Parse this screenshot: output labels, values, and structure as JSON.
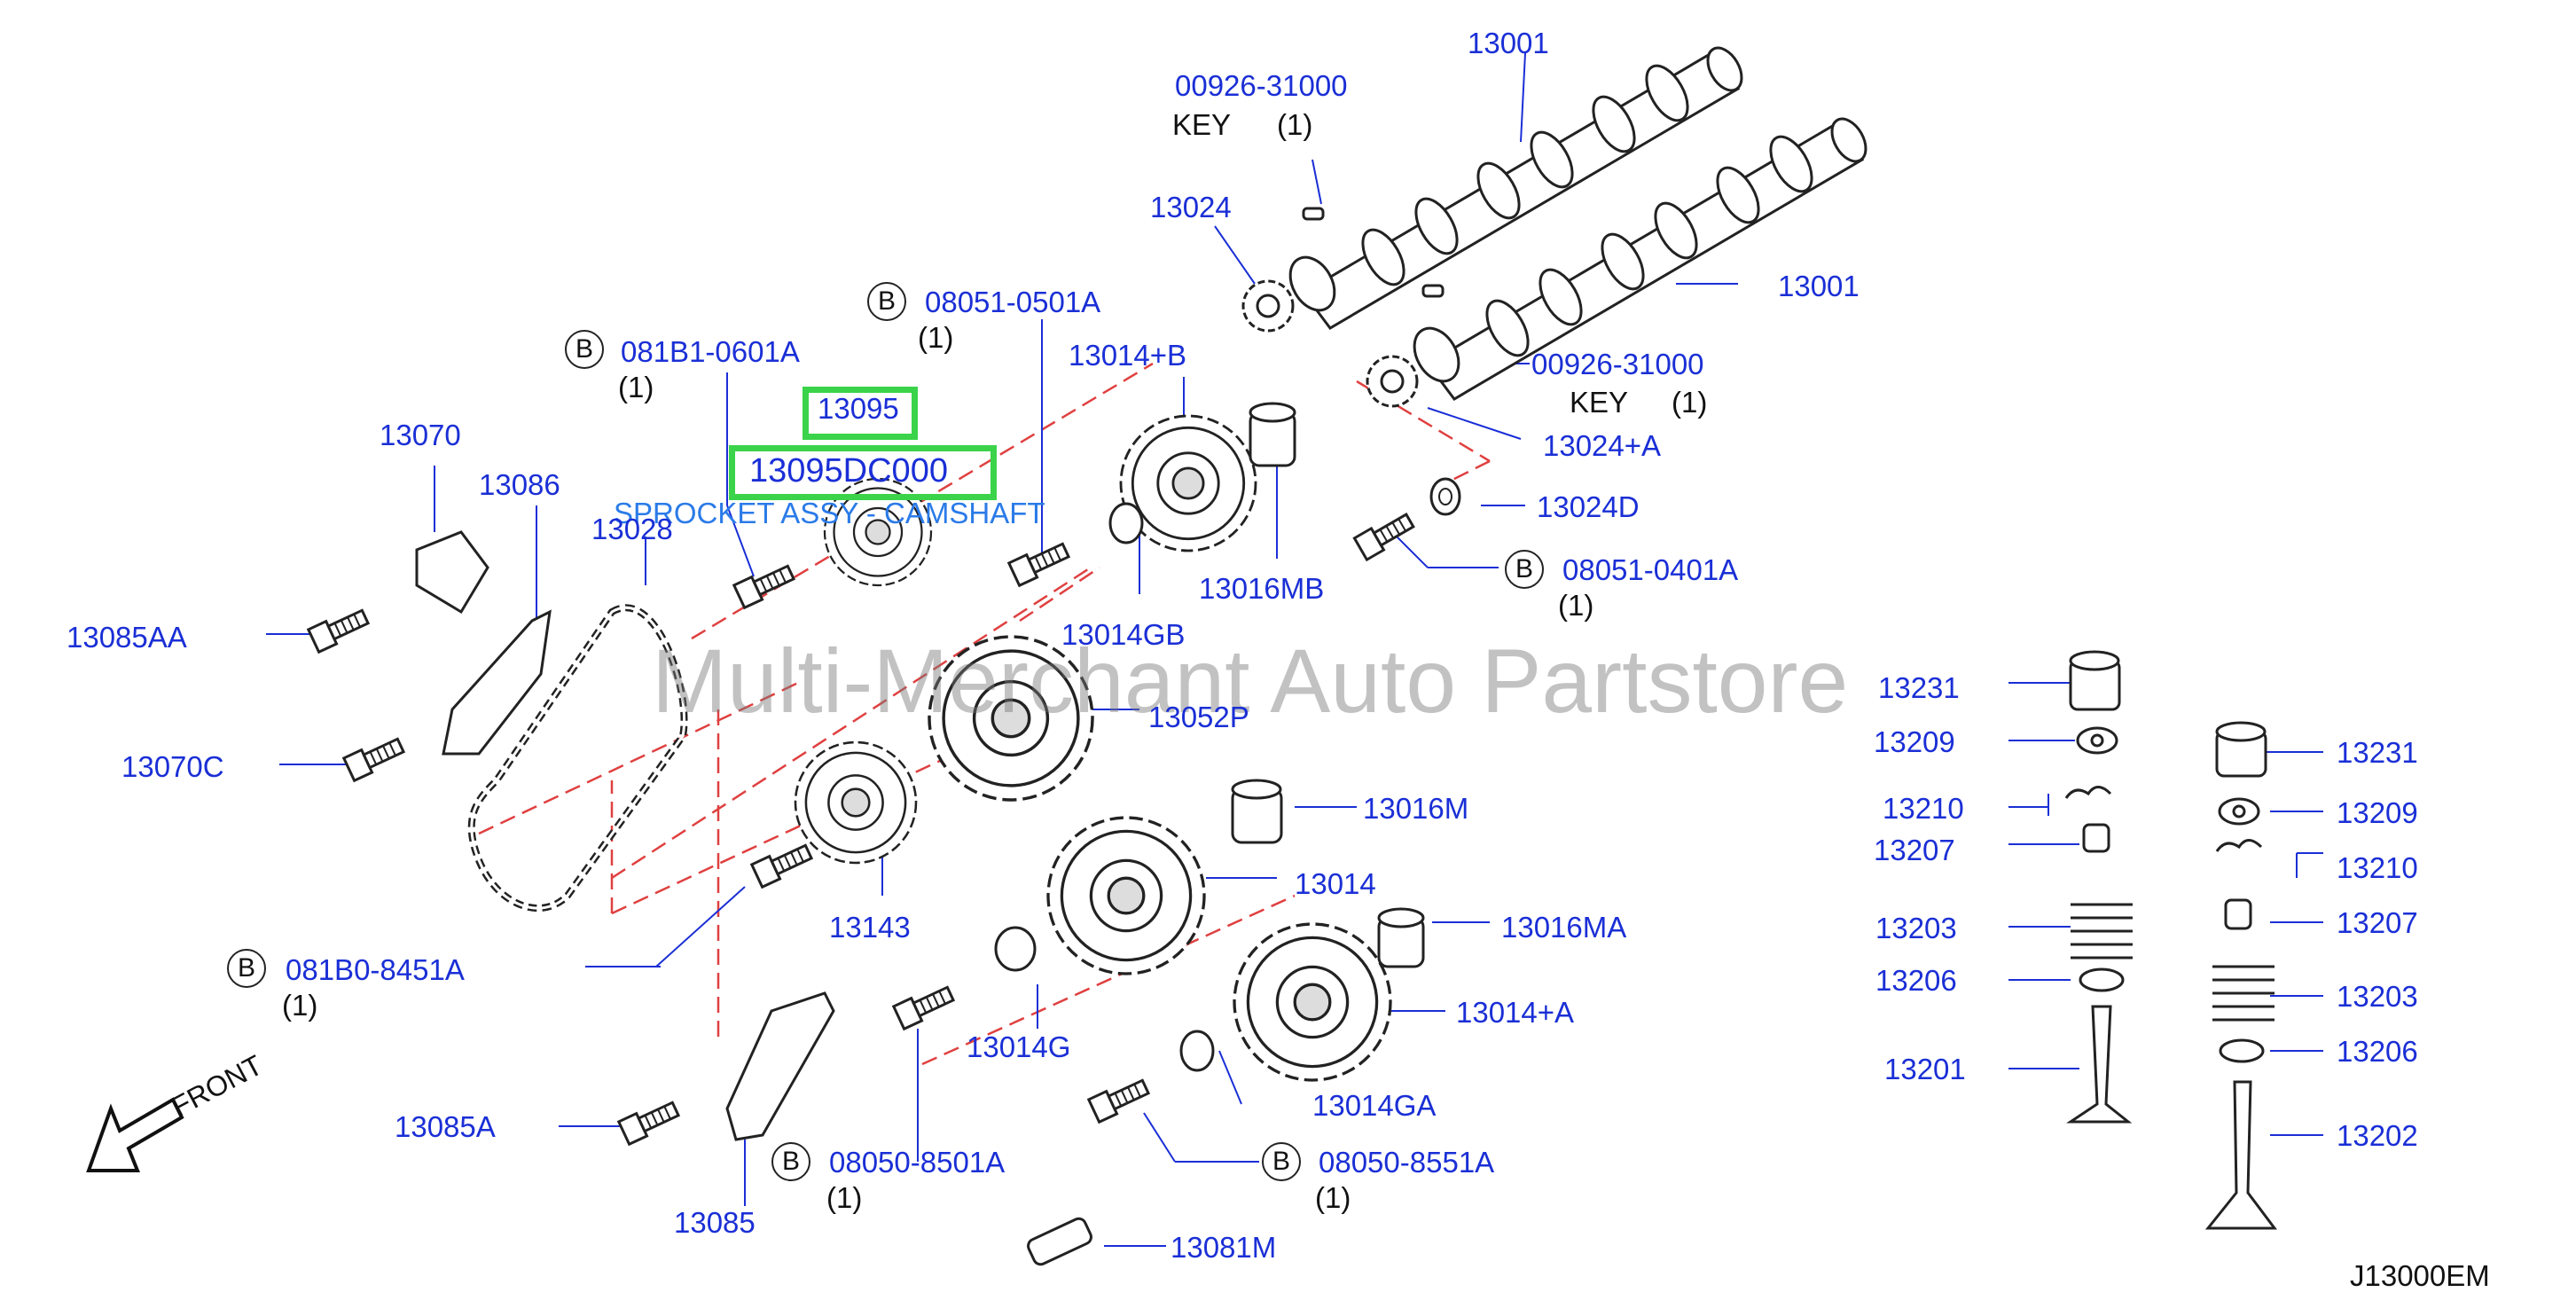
{
  "diagram": {
    "watermark": "Multi-Merchant Auto Partstore",
    "diagram_code": "J13000EM",
    "front_label": "FRONT",
    "bolt_badge": "B",
    "highlight": {
      "part_number": "13095",
      "oem_number": "13095DC000",
      "tooltip": "SPROCKET ASSY - CAMSHAFT",
      "color": "#3bd34a"
    },
    "labels": {
      "p13001_a": "13001",
      "p13001_b": "13001",
      "key_no_a": "00926-31000",
      "key_text_a": "KEY",
      "key_qty_a": "(1)",
      "key_no_b": "00926-31000",
      "key_text_b": "KEY",
      "key_qty_b": "(1)",
      "p13024": "13024",
      "p13024A": "13024+A",
      "p13024D": "13024D",
      "b08051_0501A": "08051-0501A",
      "q08051_0501A": "(1)",
      "b081B1_0601A": "081B1-0601A",
      "q081B1_0601A": "(1)",
      "p13014B": "13014+B",
      "p13070": "13070",
      "p13086": "13086",
      "p13028": "13028",
      "p13016MB": "13016MB",
      "b08051_0401A": "08051-0401A",
      "q08051_0401A": "(1)",
      "p13085AA": "13085AA",
      "p13014GB": "13014GB",
      "p13052P": "13052P",
      "p13070C": "13070C",
      "p13016M": "13016M",
      "p13014": "13014",
      "p13143": "13143",
      "p13016MA": "13016MA",
      "b081B0_8451A": "081B0-8451A",
      "q081B0_8451A": "(1)",
      "p13014A": "13014+A",
      "p13014G": "13014G",
      "p13014GA": "13014GA",
      "p13085A": "13085A",
      "b08050_8501A": "08050-8501A",
      "q08050_8501A": "(1)",
      "b08050_8551A": "08050-8551A",
      "q08050_8551A": "(1)",
      "p13085": "13085",
      "p13081M": "13081M",
      "l13231": "13231",
      "l13209": "13209",
      "l13210": "13210",
      "l13207": "13207",
      "l13203": "13203",
      "l13206": "13206",
      "l13201": "13201",
      "r13231": "13231",
      "r13209": "13209",
      "r13210": "13210",
      "r13207": "13207",
      "r13203": "13203",
      "r13206": "13206",
      "r13202": "13202"
    }
  }
}
